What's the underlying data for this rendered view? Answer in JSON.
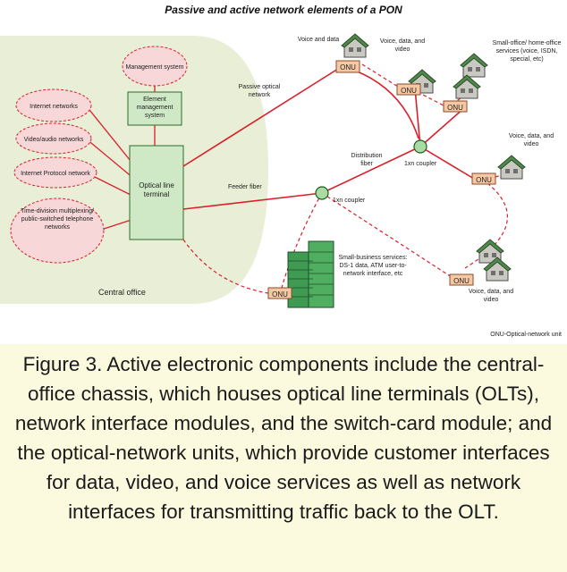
{
  "diagram": {
    "title": "Passive and active network elements of a PON",
    "central_office_label": "Central office",
    "management_system": "Management system",
    "element_management_system": "Element management system",
    "olt": "Optical line terminal",
    "clouds": [
      "Internet networks",
      "Video/audio networks",
      "Internet Protocol network",
      "Time-division multiplexing/ public-switched telephone networks"
    ],
    "passive_optical_network": "Passive optical network",
    "feeder_fiber": "Feeder fiber",
    "distribution_fiber": "Distribution fiber",
    "first_coupler": "1xn coupler",
    "second_coupler": "1xn coupler",
    "onu_label": "ONU",
    "endpoints": [
      "Voice and data",
      "Voice, data, and video",
      "Small-office/ home-office services (voice, ISDN, special, etc)",
      "Voice, data, and video",
      "Voice, data, and video",
      "Small-business services: DS-1 data, ATM user-to-network interface, etc"
    ],
    "legend": "ONU-Optical-network unit"
  },
  "caption": "Figure 3. Active electronic components include the central-office chassis, which houses optical line terminals (OLTs), network interface modules, and the switch-card module; and the optical-network units, which provide customer interfaces for data, video, and voice services as well as network interfaces for transmitting traffic back to the OLT.",
  "colors": {
    "fiber": "#d9202b",
    "olt_fill": "#cfe8c6",
    "central_office": "#e8efd6",
    "onu_fill": "#f6c9a4",
    "building": "#3f9a52",
    "caption_bg": "#fbfadf"
  }
}
